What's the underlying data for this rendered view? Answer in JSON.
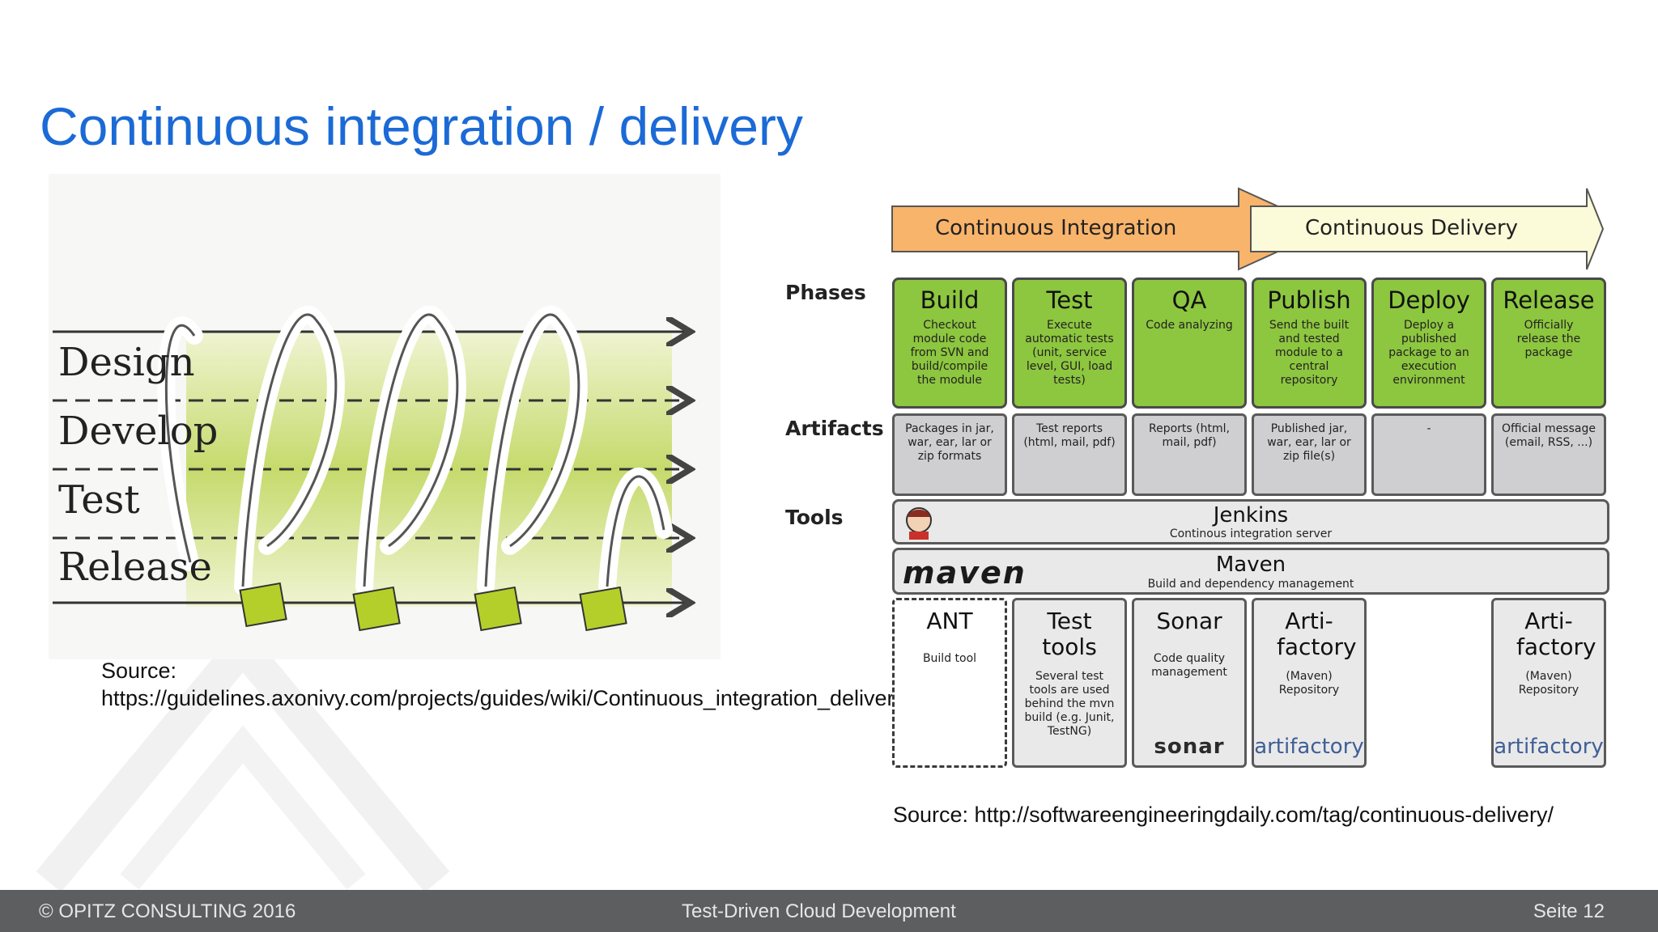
{
  "slide": {
    "title": "Continuous integration / delivery",
    "source_left": "Source: https://guidelines.axonivy.com/projects/guides/wiki/Continuous_integration_delivery",
    "source_right": "Source: http://softwareengineeringdaily.com/tag/continuous-delivery/"
  },
  "left_figure": {
    "labels": [
      "Design",
      "Develop",
      "Test",
      "Release"
    ]
  },
  "right_figure": {
    "arrows": {
      "ci": "Continuous Integration",
      "cd": "Continuous Delivery"
    },
    "row_labels": {
      "phases": "Phases",
      "artifacts": "Artifacts",
      "tools": "Tools"
    },
    "phases": [
      {
        "name": "Build",
        "desc": "Checkout module code from SVN and build/compile the module"
      },
      {
        "name": "Test",
        "desc": "Execute automatic tests (unit, service level, GUI, load tests)"
      },
      {
        "name": "QA",
        "desc": "Code analyzing"
      },
      {
        "name": "Publish",
        "desc": "Send the built and tested module to a central repository"
      },
      {
        "name": "Deploy",
        "desc": "Deploy a published package to an execution environment"
      },
      {
        "name": "Release",
        "desc": "Officially release the package"
      }
    ],
    "artifacts": [
      "Packages in jar, war, ear, lar or zip formats",
      "Test reports (html, mail, pdf)",
      "Reports (html, mail, pdf)",
      "Published jar, war, ear, lar or zip file(s)",
      "-",
      "Official message (email, RSS, ...)"
    ],
    "jenkins": {
      "name": "Jenkins",
      "desc": "Continous integration server"
    },
    "maven": {
      "logo": "maven",
      "name": "Maven",
      "desc": "Build and dependency management"
    },
    "tools": [
      {
        "name": "ANT",
        "desc": "Build tool",
        "logo": ""
      },
      {
        "name": "Test tools",
        "desc": "Several test tools are used behind the mvn build (e.g. Junit, TestNG)",
        "logo": ""
      },
      {
        "name": "Sonar",
        "desc": "Code quality management",
        "logo": "sonar"
      },
      {
        "name": "Arti- factory",
        "desc": "(Maven) Repository",
        "logo": "artifactory"
      },
      {
        "name": "Arti- factory",
        "desc": "(Maven) Repository",
        "logo": "artifactory"
      }
    ],
    "colors": {
      "ci_arrow": "#f9b46b",
      "cd_arrow": "#fbfbd9",
      "phase_fill": "#8dc63f"
    }
  },
  "footer": {
    "copyright": "© OPITZ CONSULTING 2016",
    "center": "Test-Driven Cloud Development",
    "page": "Seite 12"
  }
}
